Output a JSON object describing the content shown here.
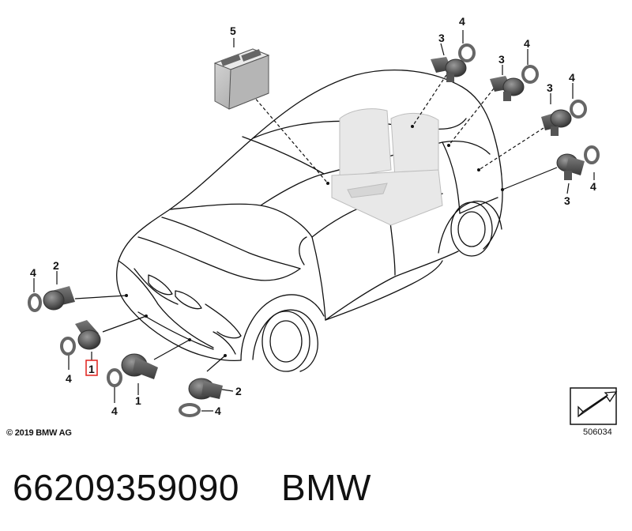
{
  "diagram": {
    "callouts": {
      "control_unit": "5",
      "sensor_rear_1": "3",
      "ring_rear_1": "4",
      "sensor_rear_2": "3",
      "ring_rear_2": "4",
      "sensor_rear_3": "3",
      "ring_rear_3": "4",
      "sensor_rear_4": "3",
      "ring_rear_4": "4",
      "sensor_front_left_outer": "2",
      "ring_front_left_outer": "4",
      "sensor_front_left_inner": "1",
      "ring_front_left_inner": "4",
      "sensor_front_center": "1",
      "ring_front_center": "4",
      "sensor_front_right": "2",
      "ring_front_right": "4"
    },
    "highlighted_callout": "sensor_front_left_inner",
    "highlight_color": "#e0201b",
    "copyright": "© 2019 BMW AG",
    "diagram_code": "506034"
  },
  "footer": {
    "part_number": "66209359090",
    "brand": "BMW"
  }
}
